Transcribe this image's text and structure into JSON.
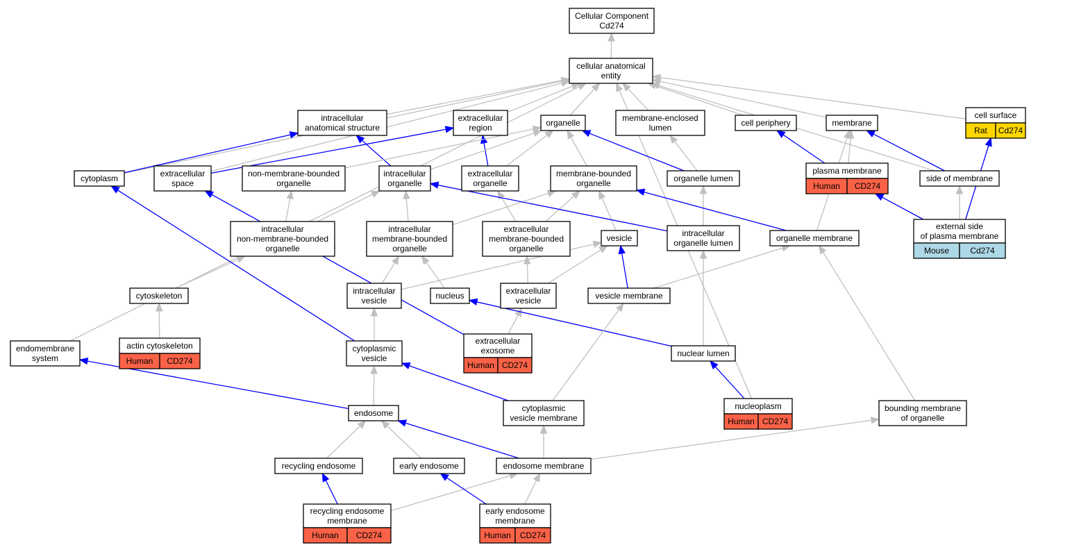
{
  "colors": {
    "grey_edge": "#c0c0c0",
    "blue_edge": "#0000ff",
    "human": "#fa6247",
    "mouse": "#add8e6",
    "rat": "#ffd700"
  },
  "nodes": {
    "cc": {
      "lines": [
        "Cellular Component",
        "Cd274"
      ]
    },
    "cae": {
      "lines": [
        "cellular anatomical",
        "entity"
      ]
    },
    "ias": {
      "lines": [
        "intracellular",
        "anatomical structure"
      ]
    },
    "er": {
      "lines": [
        "extracellular",
        "region"
      ]
    },
    "org": {
      "lines": [
        "organelle"
      ]
    },
    "mel": {
      "lines": [
        "membrane-enclosed",
        "lumen"
      ]
    },
    "cp": {
      "lines": [
        "cell periphery"
      ]
    },
    "mem": {
      "lines": [
        "membrane"
      ]
    },
    "cs": {
      "lines": [
        "cell surface"
      ],
      "species": "Rat",
      "gene": "Cd274"
    },
    "cyto": {
      "lines": [
        "cytoplasm"
      ]
    },
    "es": {
      "lines": [
        "extracellular",
        "space"
      ]
    },
    "nmbo": {
      "lines": [
        "non-membrane-bounded",
        "organelle"
      ]
    },
    "io": {
      "lines": [
        "intracellular",
        "organelle"
      ]
    },
    "eo": {
      "lines": [
        "extracellular",
        "organelle"
      ]
    },
    "mbo": {
      "lines": [
        "membrane-bounded",
        "organelle"
      ]
    },
    "ol": {
      "lines": [
        "organelle lumen"
      ]
    },
    "pm": {
      "lines": [
        "plasma membrane"
      ],
      "species": "Human",
      "gene": "CD274"
    },
    "som": {
      "lines": [
        "side of membrane"
      ]
    },
    "inmbo": {
      "lines": [
        "intracellular",
        "non-membrane-bounded",
        "organelle"
      ]
    },
    "imbo": {
      "lines": [
        "intracellular",
        "membrane-bounded",
        "organelle"
      ]
    },
    "embo": {
      "lines": [
        "extracellular",
        "membrane-bounded",
        "organelle"
      ]
    },
    "ves": {
      "lines": [
        "vesicle"
      ]
    },
    "iol": {
      "lines": [
        "intracellular",
        "organelle lumen"
      ]
    },
    "om": {
      "lines": [
        "organelle membrane"
      ]
    },
    "espm": {
      "lines": [
        "external side",
        "of plasma membrane"
      ],
      "species": "Mouse",
      "gene": "Cd274"
    },
    "cysk": {
      "lines": [
        "cytoskeleton"
      ]
    },
    "iv": {
      "lines": [
        "intracellular",
        "vesicle"
      ]
    },
    "nuc": {
      "lines": [
        "nucleus"
      ]
    },
    "ev": {
      "lines": [
        "extracellular",
        "vesicle"
      ]
    },
    "vm": {
      "lines": [
        "vesicle membrane"
      ]
    },
    "acsk": {
      "lines": [
        "actin cytoskeleton"
      ],
      "species": "Human",
      "gene": "CD274"
    },
    "ems": {
      "lines": [
        "endomembrane",
        "system"
      ]
    },
    "cv": {
      "lines": [
        "cytoplasmic",
        "vesicle"
      ]
    },
    "exo": {
      "lines": [
        "extracellular",
        "exosome"
      ],
      "species": "Human",
      "gene": "CD274"
    },
    "nl": {
      "lines": [
        "nuclear lumen"
      ]
    },
    "endo": {
      "lines": [
        "endosome"
      ]
    },
    "cvm": {
      "lines": [
        "cytoplasmic",
        "vesicle membrane"
      ]
    },
    "np": {
      "lines": [
        "nucleoplasm"
      ],
      "species": "Human",
      "gene": "CD274"
    },
    "bmo": {
      "lines": [
        "bounding membrane",
        "of organelle"
      ]
    },
    "re": {
      "lines": [
        "recycling endosome"
      ]
    },
    "ee": {
      "lines": [
        "early endosome"
      ]
    },
    "enm": {
      "lines": [
        "endosome membrane"
      ]
    },
    "rem": {
      "lines": [
        "recycling endosome",
        "membrane"
      ],
      "species": "Human",
      "gene": "CD274"
    },
    "eem": {
      "lines": [
        "early endosome",
        "membrane"
      ],
      "species": "Human",
      "gene": "CD274"
    }
  },
  "edges": [
    {
      "from": "cae",
      "to": "cc",
      "kind": "is_a"
    },
    {
      "from": "ias",
      "to": "cae",
      "kind": "is_a"
    },
    {
      "from": "er",
      "to": "cae",
      "kind": "is_a"
    },
    {
      "from": "org",
      "to": "cae",
      "kind": "is_a"
    },
    {
      "from": "mel",
      "to": "cae",
      "kind": "is_a"
    },
    {
      "from": "cp",
      "to": "cae",
      "kind": "is_a"
    },
    {
      "from": "mem",
      "to": "cae",
      "kind": "is_a"
    },
    {
      "from": "cs",
      "to": "cae",
      "kind": "is_a"
    },
    {
      "from": "cyto",
      "to": "cae",
      "kind": "is_a"
    },
    {
      "from": "es",
      "to": "cae",
      "kind": "is_a"
    },
    {
      "from": "ems",
      "to": "cae",
      "kind": "is_a"
    },
    {
      "from": "som",
      "to": "cae",
      "kind": "is_a"
    },
    {
      "from": "np",
      "to": "cae",
      "kind": "is_a"
    },
    {
      "from": "cyto",
      "to": "ias",
      "kind": "part_of"
    },
    {
      "from": "es",
      "to": "er",
      "kind": "part_of"
    },
    {
      "from": "io",
      "to": "ias",
      "kind": "part_of"
    },
    {
      "from": "eo",
      "to": "er",
      "kind": "part_of"
    },
    {
      "from": "nmbo",
      "to": "org",
      "kind": "is_a"
    },
    {
      "from": "io",
      "to": "org",
      "kind": "is_a"
    },
    {
      "from": "eo",
      "to": "org",
      "kind": "is_a"
    },
    {
      "from": "mbo",
      "to": "org",
      "kind": "is_a"
    },
    {
      "from": "ol",
      "to": "org",
      "kind": "part_of"
    },
    {
      "from": "ol",
      "to": "mel",
      "kind": "is_a"
    },
    {
      "from": "pm",
      "to": "cp",
      "kind": "part_of"
    },
    {
      "from": "pm",
      "to": "mem",
      "kind": "is_a"
    },
    {
      "from": "som",
      "to": "mem",
      "kind": "part_of"
    },
    {
      "from": "om",
      "to": "mem",
      "kind": "is_a"
    },
    {
      "from": "espm",
      "to": "cs",
      "kind": "part_of"
    },
    {
      "from": "espm",
      "to": "pm",
      "kind": "part_of"
    },
    {
      "from": "espm",
      "to": "som",
      "kind": "is_a"
    },
    {
      "from": "inmbo",
      "to": "nmbo",
      "kind": "is_a"
    },
    {
      "from": "inmbo",
      "to": "io",
      "kind": "is_a"
    },
    {
      "from": "imbo",
      "to": "io",
      "kind": "is_a"
    },
    {
      "from": "imbo",
      "to": "mbo",
      "kind": "is_a"
    },
    {
      "from": "embo",
      "to": "eo",
      "kind": "is_a"
    },
    {
      "from": "embo",
      "to": "mbo",
      "kind": "is_a"
    },
    {
      "from": "ves",
      "to": "mbo",
      "kind": "is_a"
    },
    {
      "from": "iol",
      "to": "io",
      "kind": "part_of"
    },
    {
      "from": "iol",
      "to": "ol",
      "kind": "is_a"
    },
    {
      "from": "om",
      "to": "mbo",
      "kind": "part_of"
    },
    {
      "from": "cysk",
      "to": "inmbo",
      "kind": "is_a"
    },
    {
      "from": "iv",
      "to": "imbo",
      "kind": "is_a"
    },
    {
      "from": "iv",
      "to": "ves",
      "kind": "is_a"
    },
    {
      "from": "nuc",
      "to": "imbo",
      "kind": "is_a"
    },
    {
      "from": "ev",
      "to": "embo",
      "kind": "is_a"
    },
    {
      "from": "ev",
      "to": "ves",
      "kind": "is_a"
    },
    {
      "from": "vm",
      "to": "ves",
      "kind": "part_of"
    },
    {
      "from": "vm",
      "to": "om",
      "kind": "is_a"
    },
    {
      "from": "acsk",
      "to": "cysk",
      "kind": "is_a"
    },
    {
      "from": "cv",
      "to": "iv",
      "kind": "is_a"
    },
    {
      "from": "cv",
      "to": "cyto",
      "kind": "part_of"
    },
    {
      "from": "exo",
      "to": "ev",
      "kind": "is_a"
    },
    {
      "from": "exo",
      "to": "es",
      "kind": "part_of"
    },
    {
      "from": "nl",
      "to": "iol",
      "kind": "is_a"
    },
    {
      "from": "nl",
      "to": "nuc",
      "kind": "part_of"
    },
    {
      "from": "endo",
      "to": "cv",
      "kind": "is_a"
    },
    {
      "from": "endo",
      "to": "ems",
      "kind": "part_of"
    },
    {
      "from": "cvm",
      "to": "cv",
      "kind": "part_of"
    },
    {
      "from": "cvm",
      "to": "vm",
      "kind": "is_a"
    },
    {
      "from": "np",
      "to": "nl",
      "kind": "part_of"
    },
    {
      "from": "bmo",
      "to": "om",
      "kind": "is_a"
    },
    {
      "from": "re",
      "to": "endo",
      "kind": "is_a"
    },
    {
      "from": "ee",
      "to": "endo",
      "kind": "is_a"
    },
    {
      "from": "enm",
      "to": "endo",
      "kind": "part_of"
    },
    {
      "from": "enm",
      "to": "cvm",
      "kind": "is_a"
    },
    {
      "from": "enm",
      "to": "bmo",
      "kind": "is_a"
    },
    {
      "from": "rem",
      "to": "re",
      "kind": "part_of"
    },
    {
      "from": "rem",
      "to": "enm",
      "kind": "is_a"
    },
    {
      "from": "eem",
      "to": "ee",
      "kind": "part_of"
    },
    {
      "from": "eem",
      "to": "enm",
      "kind": "is_a"
    }
  ]
}
